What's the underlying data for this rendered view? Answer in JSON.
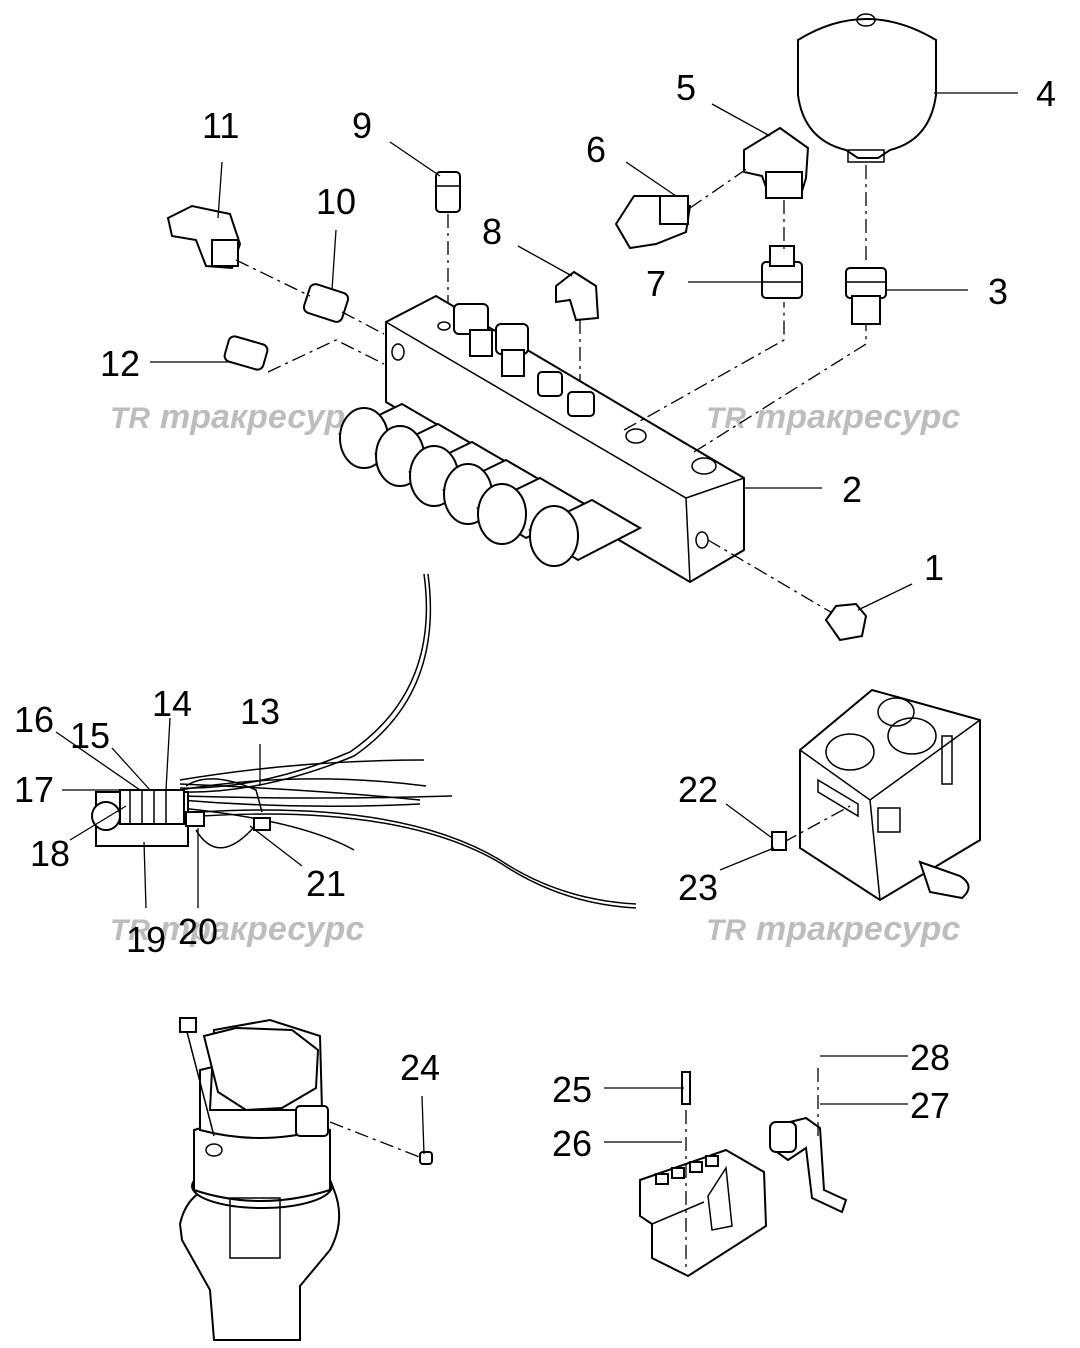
{
  "watermark": {
    "logo": "TR",
    "text": "тракресурс"
  },
  "callouts": [
    "1",
    "2",
    "3",
    "4",
    "5",
    "6",
    "7",
    "8",
    "9",
    "10",
    "11",
    "12",
    "13",
    "14",
    "15",
    "16",
    "17",
    "18",
    "19",
    "20",
    "21",
    "22",
    "23",
    "24",
    "25",
    "26",
    "27",
    "28"
  ]
}
